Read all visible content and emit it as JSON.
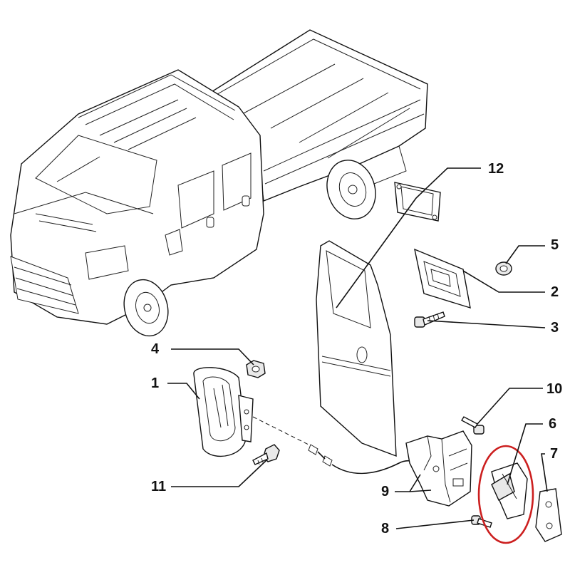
{
  "diagram": {
    "callouts": [
      {
        "id": "c1",
        "label": "1"
      },
      {
        "id": "c2",
        "label": "2"
      },
      {
        "id": "c3",
        "label": "3"
      },
      {
        "id": "c4",
        "label": "4"
      },
      {
        "id": "c5",
        "label": "5"
      },
      {
        "id": "c6",
        "label": "6"
      },
      {
        "id": "c7",
        "label": "7"
      },
      {
        "id": "c8",
        "label": "8"
      },
      {
        "id": "c9",
        "label": "9"
      },
      {
        "id": "c10",
        "label": "10"
      },
      {
        "id": "c11",
        "label": "11"
      },
      {
        "id": "c12",
        "label": "12"
      }
    ],
    "highlight_color": "#cc1f1f",
    "line_color": "#111111"
  }
}
